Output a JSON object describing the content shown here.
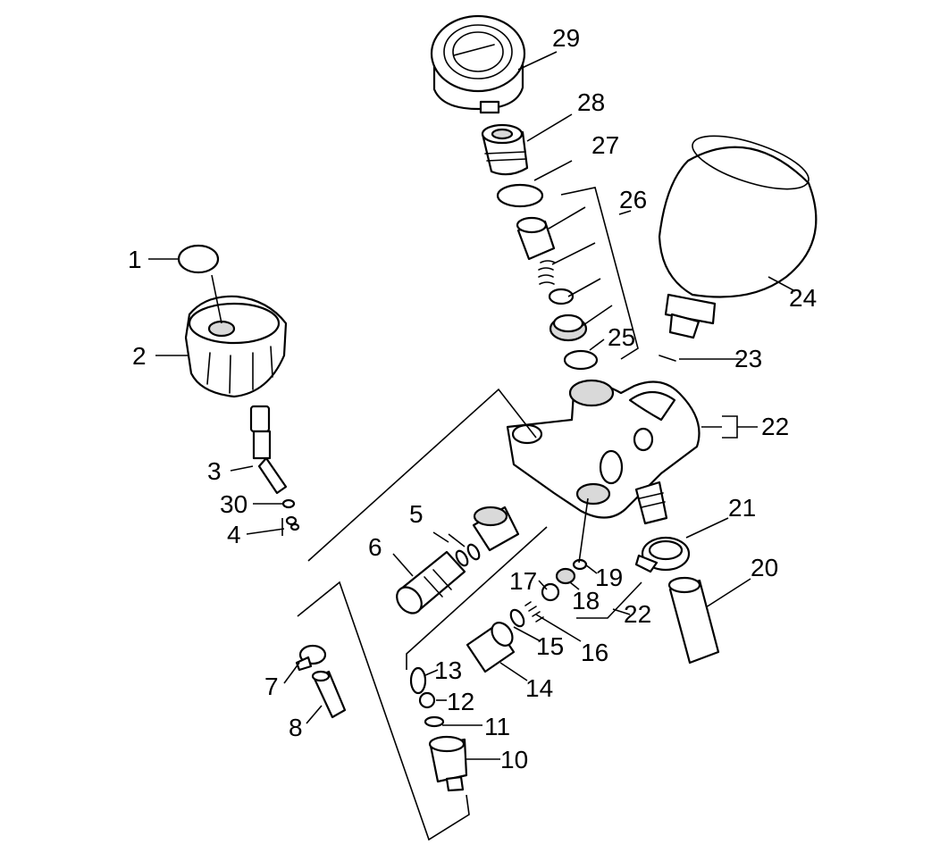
{
  "callouts": {
    "c1": "1",
    "c2": "2",
    "c3": "3",
    "c4": "4",
    "c5": "5",
    "c6": "6",
    "c7": "7",
    "c8": "8",
    "c10": "10",
    "c11": "11",
    "c12": "12",
    "c13": "13",
    "c14": "14",
    "c15": "15",
    "c16": "16",
    "c17": "17",
    "c18": "18",
    "c19": "19",
    "c20": "20",
    "c21": "21",
    "c22a": "22",
    "c22b": "22",
    "c23": "23",
    "c24": "24",
    "c25": "25",
    "c26": "26",
    "c27": "27",
    "c28": "28",
    "c29": "29",
    "c30": "30"
  },
  "colors": {
    "line": "#000000",
    "background": "#ffffff",
    "shade": "#d9d9d9"
  }
}
